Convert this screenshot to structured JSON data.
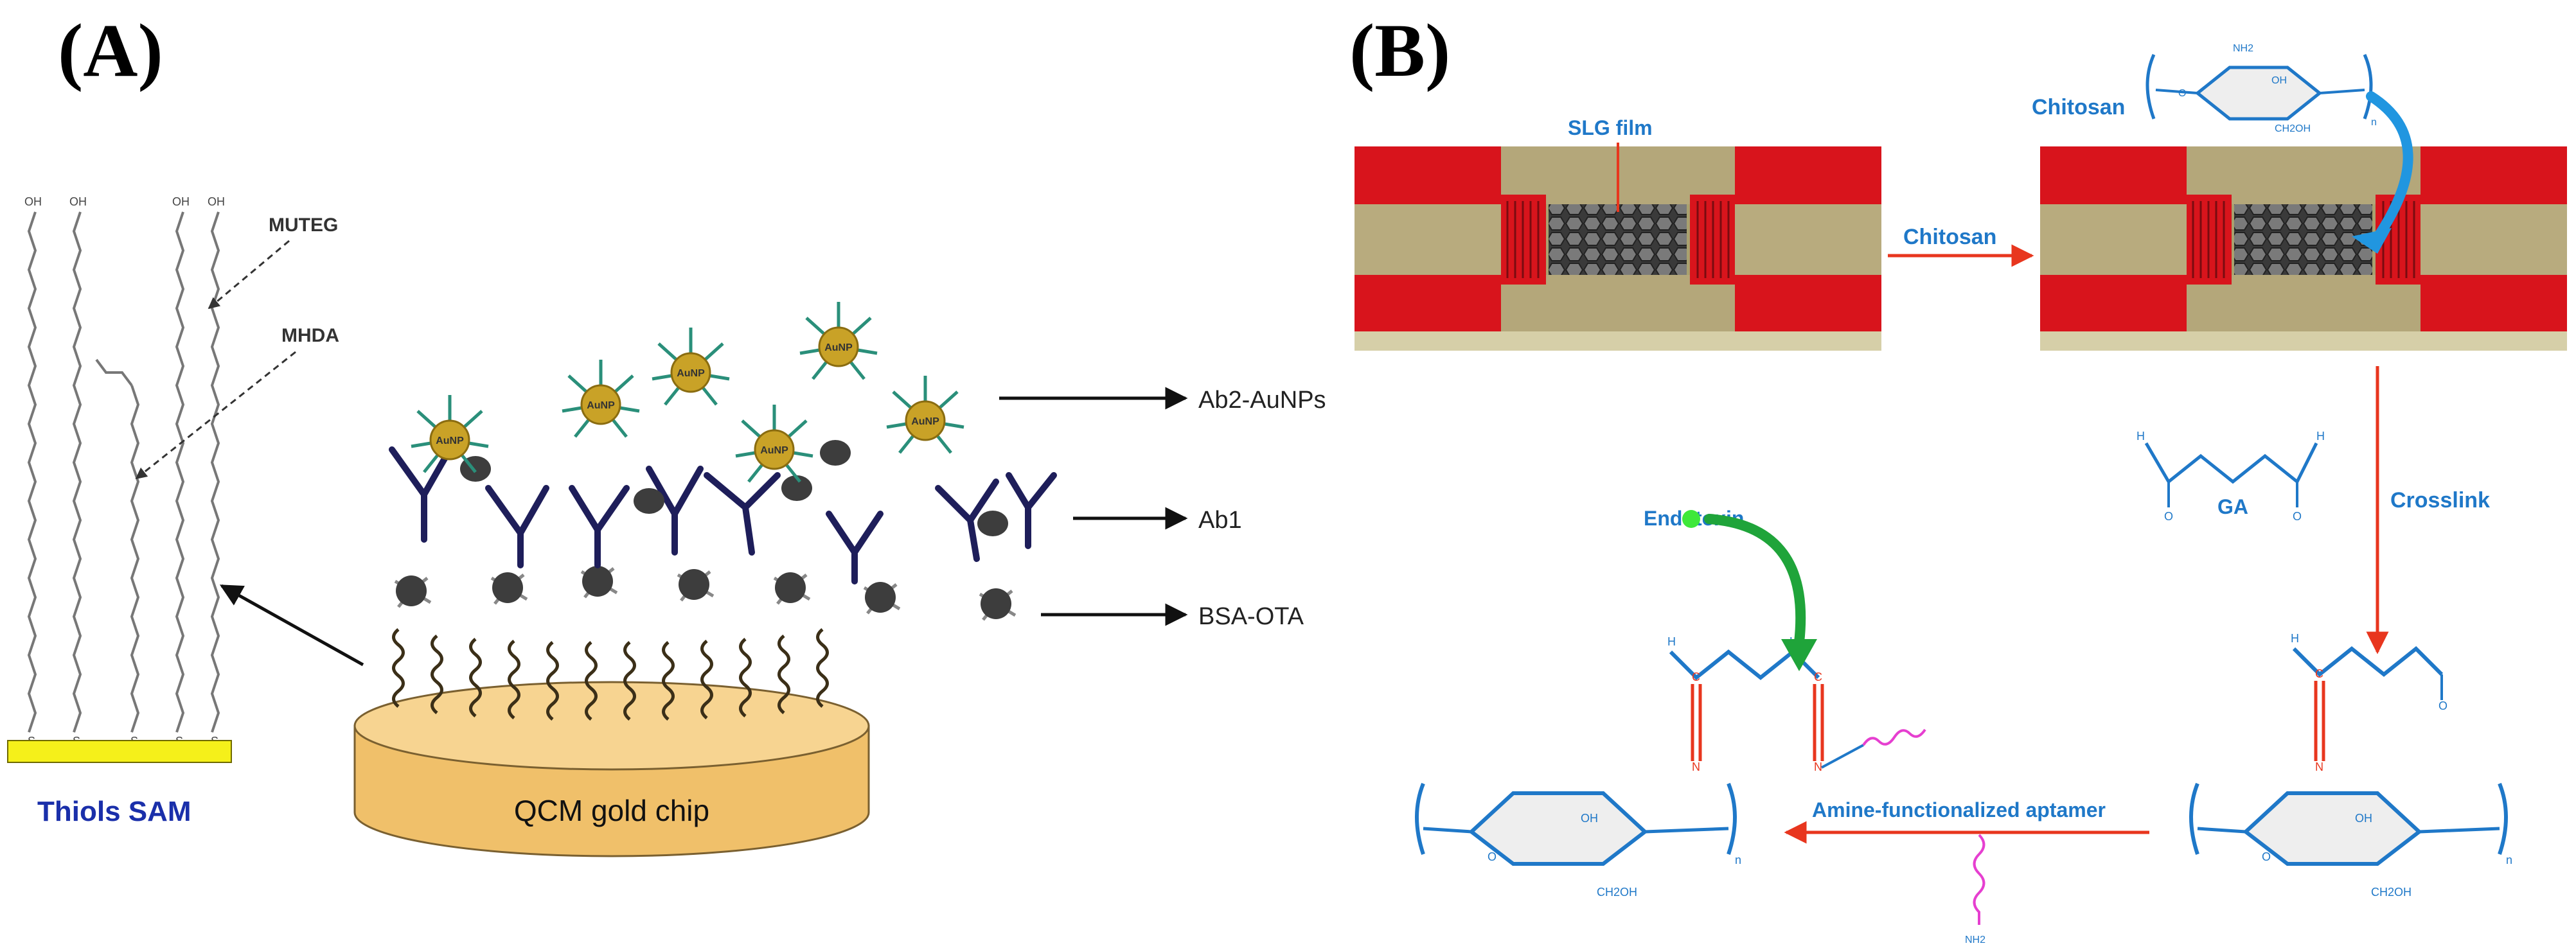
{
  "panel_a": {
    "label": "(A)",
    "thiols_sam": "Thiols SAM",
    "muteg": "MUTEG",
    "mhda": "MHDA",
    "chip_label": "QCM gold chip",
    "ab2_aunps": "Ab2-AuNPs",
    "ab1": "Ab1",
    "bsa_ota": "BSA-OTA",
    "aunp": "AuNP",
    "oh": "OH",
    "s": "S"
  },
  "panel_b": {
    "label": "(B)",
    "slg_film": "SLG film",
    "chitosan_arrow": "Chitosan",
    "chitosan_struct": "Chitosan",
    "crosslink": "Crosslink",
    "ga": "GA",
    "endotoxin": "Endotoxin",
    "aptamer": "Amine-functionalized aptamer",
    "h": "H",
    "o": "O",
    "oh": "OH",
    "nh2": "NH2",
    "ch2oh": "CH2OH",
    "n": "N",
    "c": "C",
    "sub_n": "n"
  },
  "colors": {
    "blue_label": "#1f78c8",
    "red": "#e8361e",
    "electrode": "#d8141c",
    "substrate": "#b4a77a",
    "green": "#22a83a",
    "gold": "#c9a227",
    "chip": "#f2c879",
    "sam_plate": "#f5f01a",
    "thiols_text": "#1a2faa"
  }
}
